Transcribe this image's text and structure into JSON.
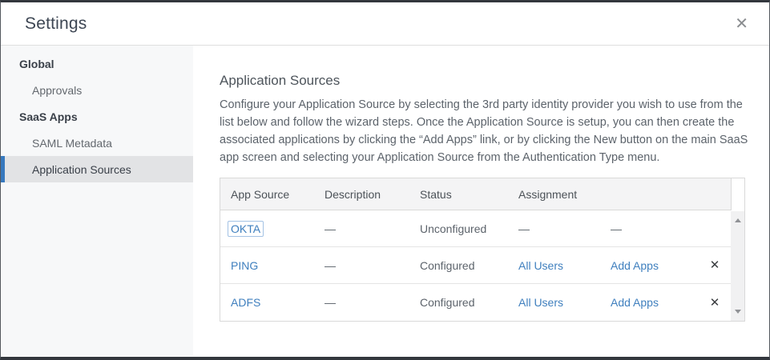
{
  "dialog": {
    "title": "Settings",
    "close_icon": "✕"
  },
  "sidebar": {
    "selected_item": "Application Sources",
    "sections": [
      {
        "label": "Global",
        "items": [
          {
            "label": "Approvals"
          }
        ]
      },
      {
        "label": "SaaS Apps",
        "items": [
          {
            "label": "SAML Metadata"
          },
          {
            "label": "Application Sources"
          }
        ]
      }
    ]
  },
  "main": {
    "heading": "Application Sources",
    "description": "Configure your Application Source by selecting the 3rd party identity provider you wish to use from the list below and follow the wizard steps. Once the Application Source is setup, you can then create the associated applications by clicking the “Add Apps” link, or by clicking the New button on the main SaaS app screen and selecting your Application Source from the Authentication Type menu.",
    "table": {
      "columns": [
        "App Source",
        "Description",
        "Status",
        "Assignment",
        ""
      ],
      "rows": [
        {
          "app_source": "OKTA",
          "description": "—",
          "status": "Unconfigured",
          "assignment": "—",
          "action": "—",
          "remove_icon": ""
        },
        {
          "app_source": "PING",
          "description": "—",
          "status": "Configured",
          "assignment": "All Users",
          "action": "Add Apps",
          "remove_icon": "✕"
        },
        {
          "app_source": "ADFS",
          "description": "—",
          "status": "Configured",
          "assignment": "All Users",
          "action": "Add Apps",
          "remove_icon": "✕"
        }
      ]
    }
  },
  "colors": {
    "accent_blue": "#3779be",
    "link_blue": "#3f7fbe",
    "selected_item_bg": "#e2e3e5",
    "table_header_bg": "#f4f4f5",
    "frame_border": "#33373d"
  }
}
